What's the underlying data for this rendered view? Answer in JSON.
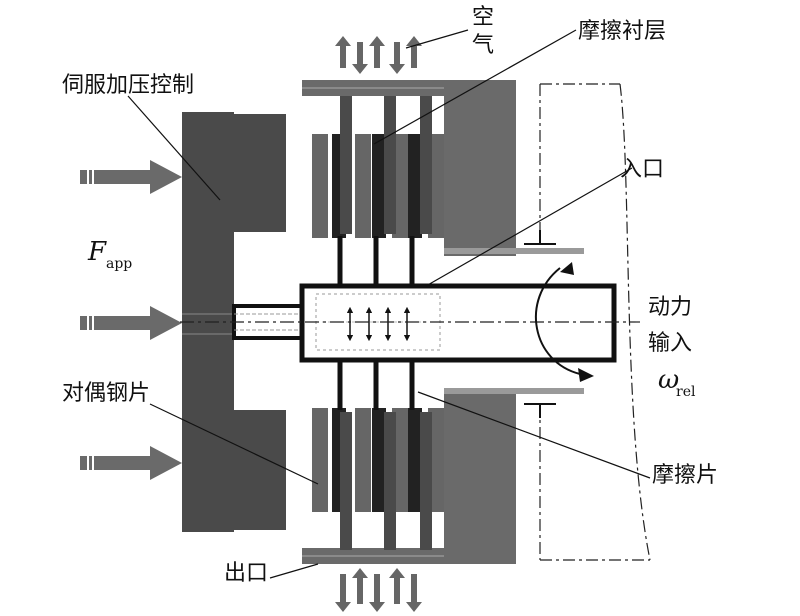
{
  "labels": {
    "servo_control": "伺服加压控制",
    "air": "空气",
    "friction_lining": "摩擦衬层",
    "inlet": "入口",
    "power_input": "动力输入",
    "power_input_line1": "动力",
    "power_input_line2": "输入",
    "mating_steel_plate": "对偶钢片",
    "friction_plate": "摩擦片",
    "outlet": "出口",
    "force_symbol": "F",
    "force_subscript": "app",
    "omega_symbol": "ω",
    "omega_subscript": "rel"
  },
  "colors": {
    "dark_gray": "#4a4a4a",
    "mid_gray": "#666666",
    "light_gray": "#9a9a9a",
    "arrow_gray": "#6a6a6a",
    "line": "#111111"
  }
}
